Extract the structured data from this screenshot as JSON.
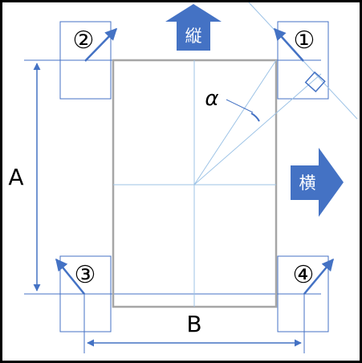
{
  "labels": {
    "vertical_arrow": "縦",
    "horizontal_arrow": "横",
    "dim_a": "A",
    "dim_b": "B",
    "angle": "α",
    "corner_1": "①",
    "corner_2": "②",
    "corner_3": "③",
    "corner_4": "④"
  },
  "colors": {
    "frame_bg": "#ffffff",
    "frame_border": "#000000",
    "arrow_fill": "#4472c4",
    "arrow_line": "#4472c4",
    "rect_outline": "#a6a6a6",
    "thin_line": "#9dc3e6",
    "text": "#000000",
    "arrow_text": "#ffffff"
  }
}
